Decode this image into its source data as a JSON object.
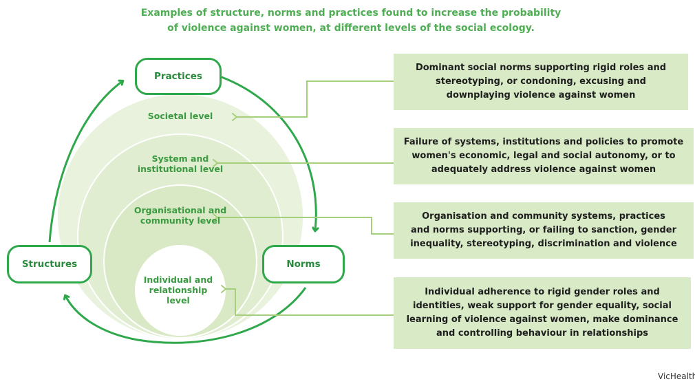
{
  "title": {
    "line1": "Examples of structure, norms and practices found to increase the probability",
    "line2": "of violence against women, at different levels of the social ecology."
  },
  "cycle_nodes": {
    "practices": "Practices",
    "structures": "Structures",
    "norms": "Norms"
  },
  "levels": [
    {
      "line1": "Societal level",
      "line2": ""
    },
    {
      "line1": "System and",
      "line2": "institutional level"
    },
    {
      "line1": "Organisational and",
      "line2": "community level"
    },
    {
      "line1": "Individual and",
      "line2": "relationship",
      "line3": "level"
    }
  ],
  "panels": [
    {
      "lines": [
        "Dominant social norms supporting rigid roles and",
        "stereotyping, or condoning, excusing and",
        "downplaying violence against women"
      ]
    },
    {
      "lines": [
        "Failure of systems, institutions and policies to promote",
        "women's economic, legal and social autonomy, or to",
        "adequately address violence against women"
      ]
    },
    {
      "lines": [
        "Organisation and community systems, practices",
        "and norms supporting, or failing to sanction, gender",
        "inequality, stereotyping, discrimination and violence"
      ]
    },
    {
      "lines": [
        "Individual adherence to rigid gender roles and",
        "identities, weak support for gender equality, social",
        "learning of violence against women, make dominance",
        "and controlling behaviour in relationships"
      ]
    }
  ],
  "credit": "VicHealth",
  "colors": {
    "title": "#4fae54",
    "arrow": "#2ea84a",
    "connector": "#a6cf7c",
    "panel_fill": "#d8eac6",
    "circle_outer": "#e6f1d8",
    "circle_fill": "#d6e8bf"
  }
}
